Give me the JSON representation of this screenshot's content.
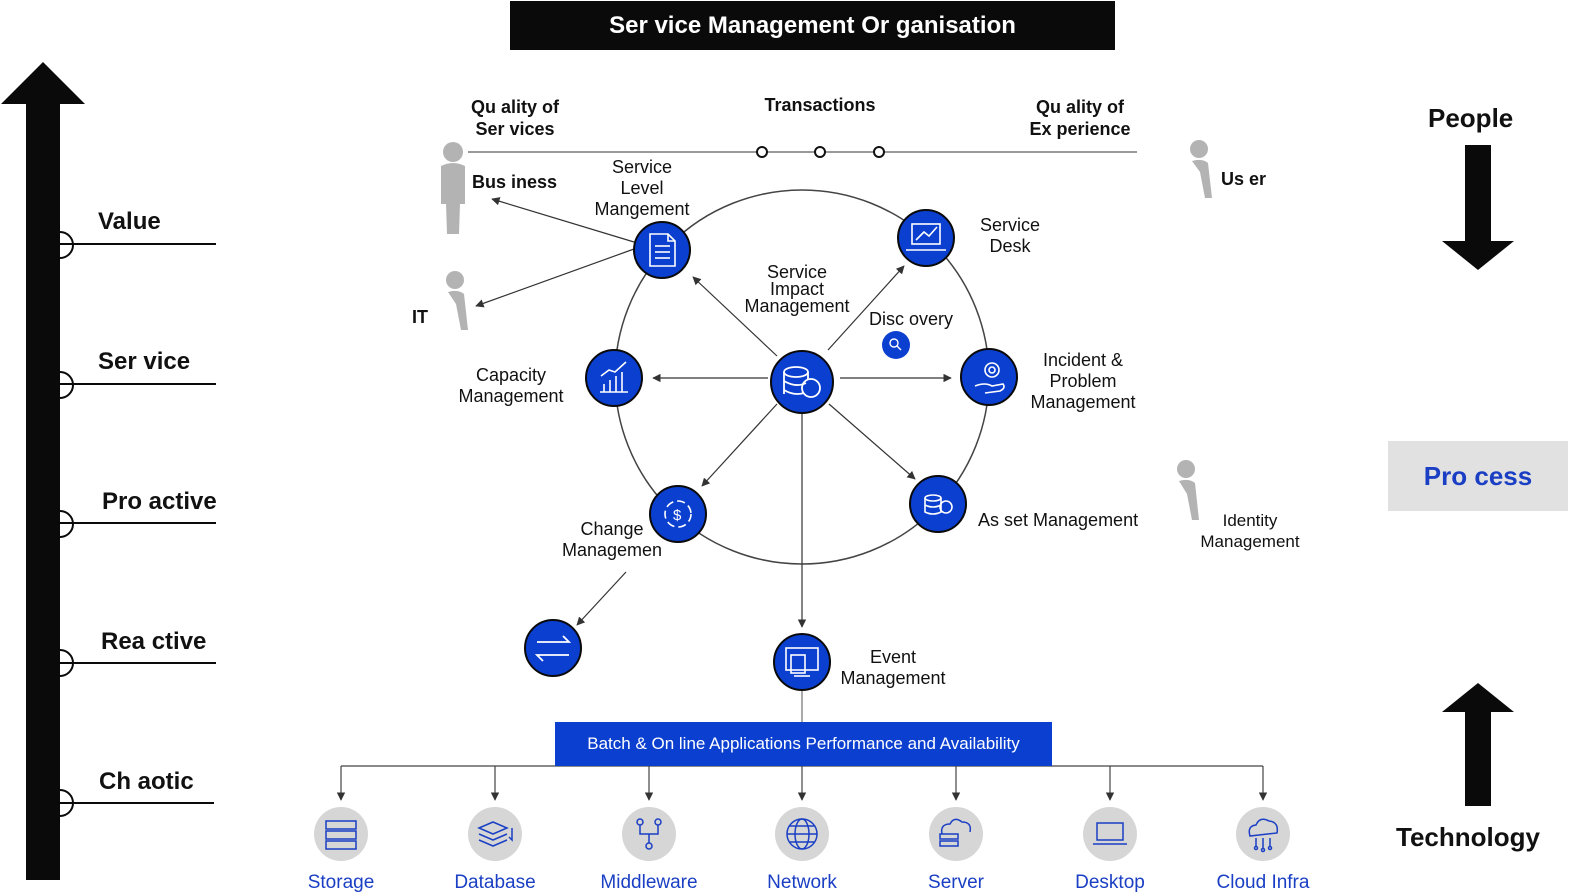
{
  "title": "Ser vice Management Or ganisation",
  "levels": [
    {
      "label": "Value"
    },
    {
      "label": "Ser vice"
    },
    {
      "label": "Pro active"
    },
    {
      "label": "Rea ctive"
    },
    {
      "label": "Ch aotic"
    }
  ],
  "right_side": {
    "people": "People",
    "process": "Pro cess",
    "technology": "Technology"
  },
  "top_axis": {
    "quality_services": [
      "Qu ality of",
      "Ser vices"
    ],
    "transactions": "Transactions",
    "quality_experience": [
      "Qu ality of",
      "Ex perience"
    ]
  },
  "actors": {
    "business": "Bus iness",
    "it": "IT",
    "user": "Us er",
    "identity": [
      "Identity",
      "Management"
    ]
  },
  "nodes": {
    "service_level": {
      "label": [
        "Service",
        "Level",
        "Mangement"
      ],
      "icon": "document-icon"
    },
    "service_desk": {
      "label": [
        "Service",
        "Desk"
      ],
      "icon": "laptop-chart-icon"
    },
    "service_impact": {
      "label": [
        "Service",
        "Impact",
        "Management"
      ],
      "icon": "database-icon"
    },
    "discovery": {
      "label": "Disc overy",
      "icon": "magnifier-icon"
    },
    "capacity": {
      "label": [
        "Capacity",
        "Management"
      ],
      "icon": "bar-chart-icon"
    },
    "incident": {
      "label": [
        "Incident &",
        "Problem",
        "Management"
      ],
      "icon": "hand-gear-icon"
    },
    "change": {
      "label": [
        "Change",
        "Managemen"
      ],
      "icon": "dollar-cycle-icon"
    },
    "asset": {
      "label": "As set Management",
      "icon": "coins-icon"
    },
    "transfer": {
      "icon": "arrows-exchange-icon"
    },
    "event": {
      "label": [
        "Event",
        "Management"
      ],
      "icon": "monitor-icon"
    }
  },
  "banner": "Batch & On line Applications Performance and Availability",
  "tech": [
    {
      "label": "Storage",
      "icon": "storage-icon"
    },
    {
      "label": "Database",
      "icon": "database-layers-icon"
    },
    {
      "label": "Middleware",
      "icon": "middleware-icon"
    },
    {
      "label": "Network",
      "icon": "globe-icon"
    },
    {
      "label": "Server",
      "icon": "cloud-server-icon"
    },
    {
      "label": "Desktop",
      "icon": "desktop-icon"
    },
    {
      "label": "Cloud Infra",
      "icon": "cloud-icon"
    }
  ],
  "colors": {
    "accent": "#0b3fcf",
    "dark": "#0a0a0a",
    "grey": "#b3b3b3",
    "process_bg": "#e1e1e1"
  }
}
